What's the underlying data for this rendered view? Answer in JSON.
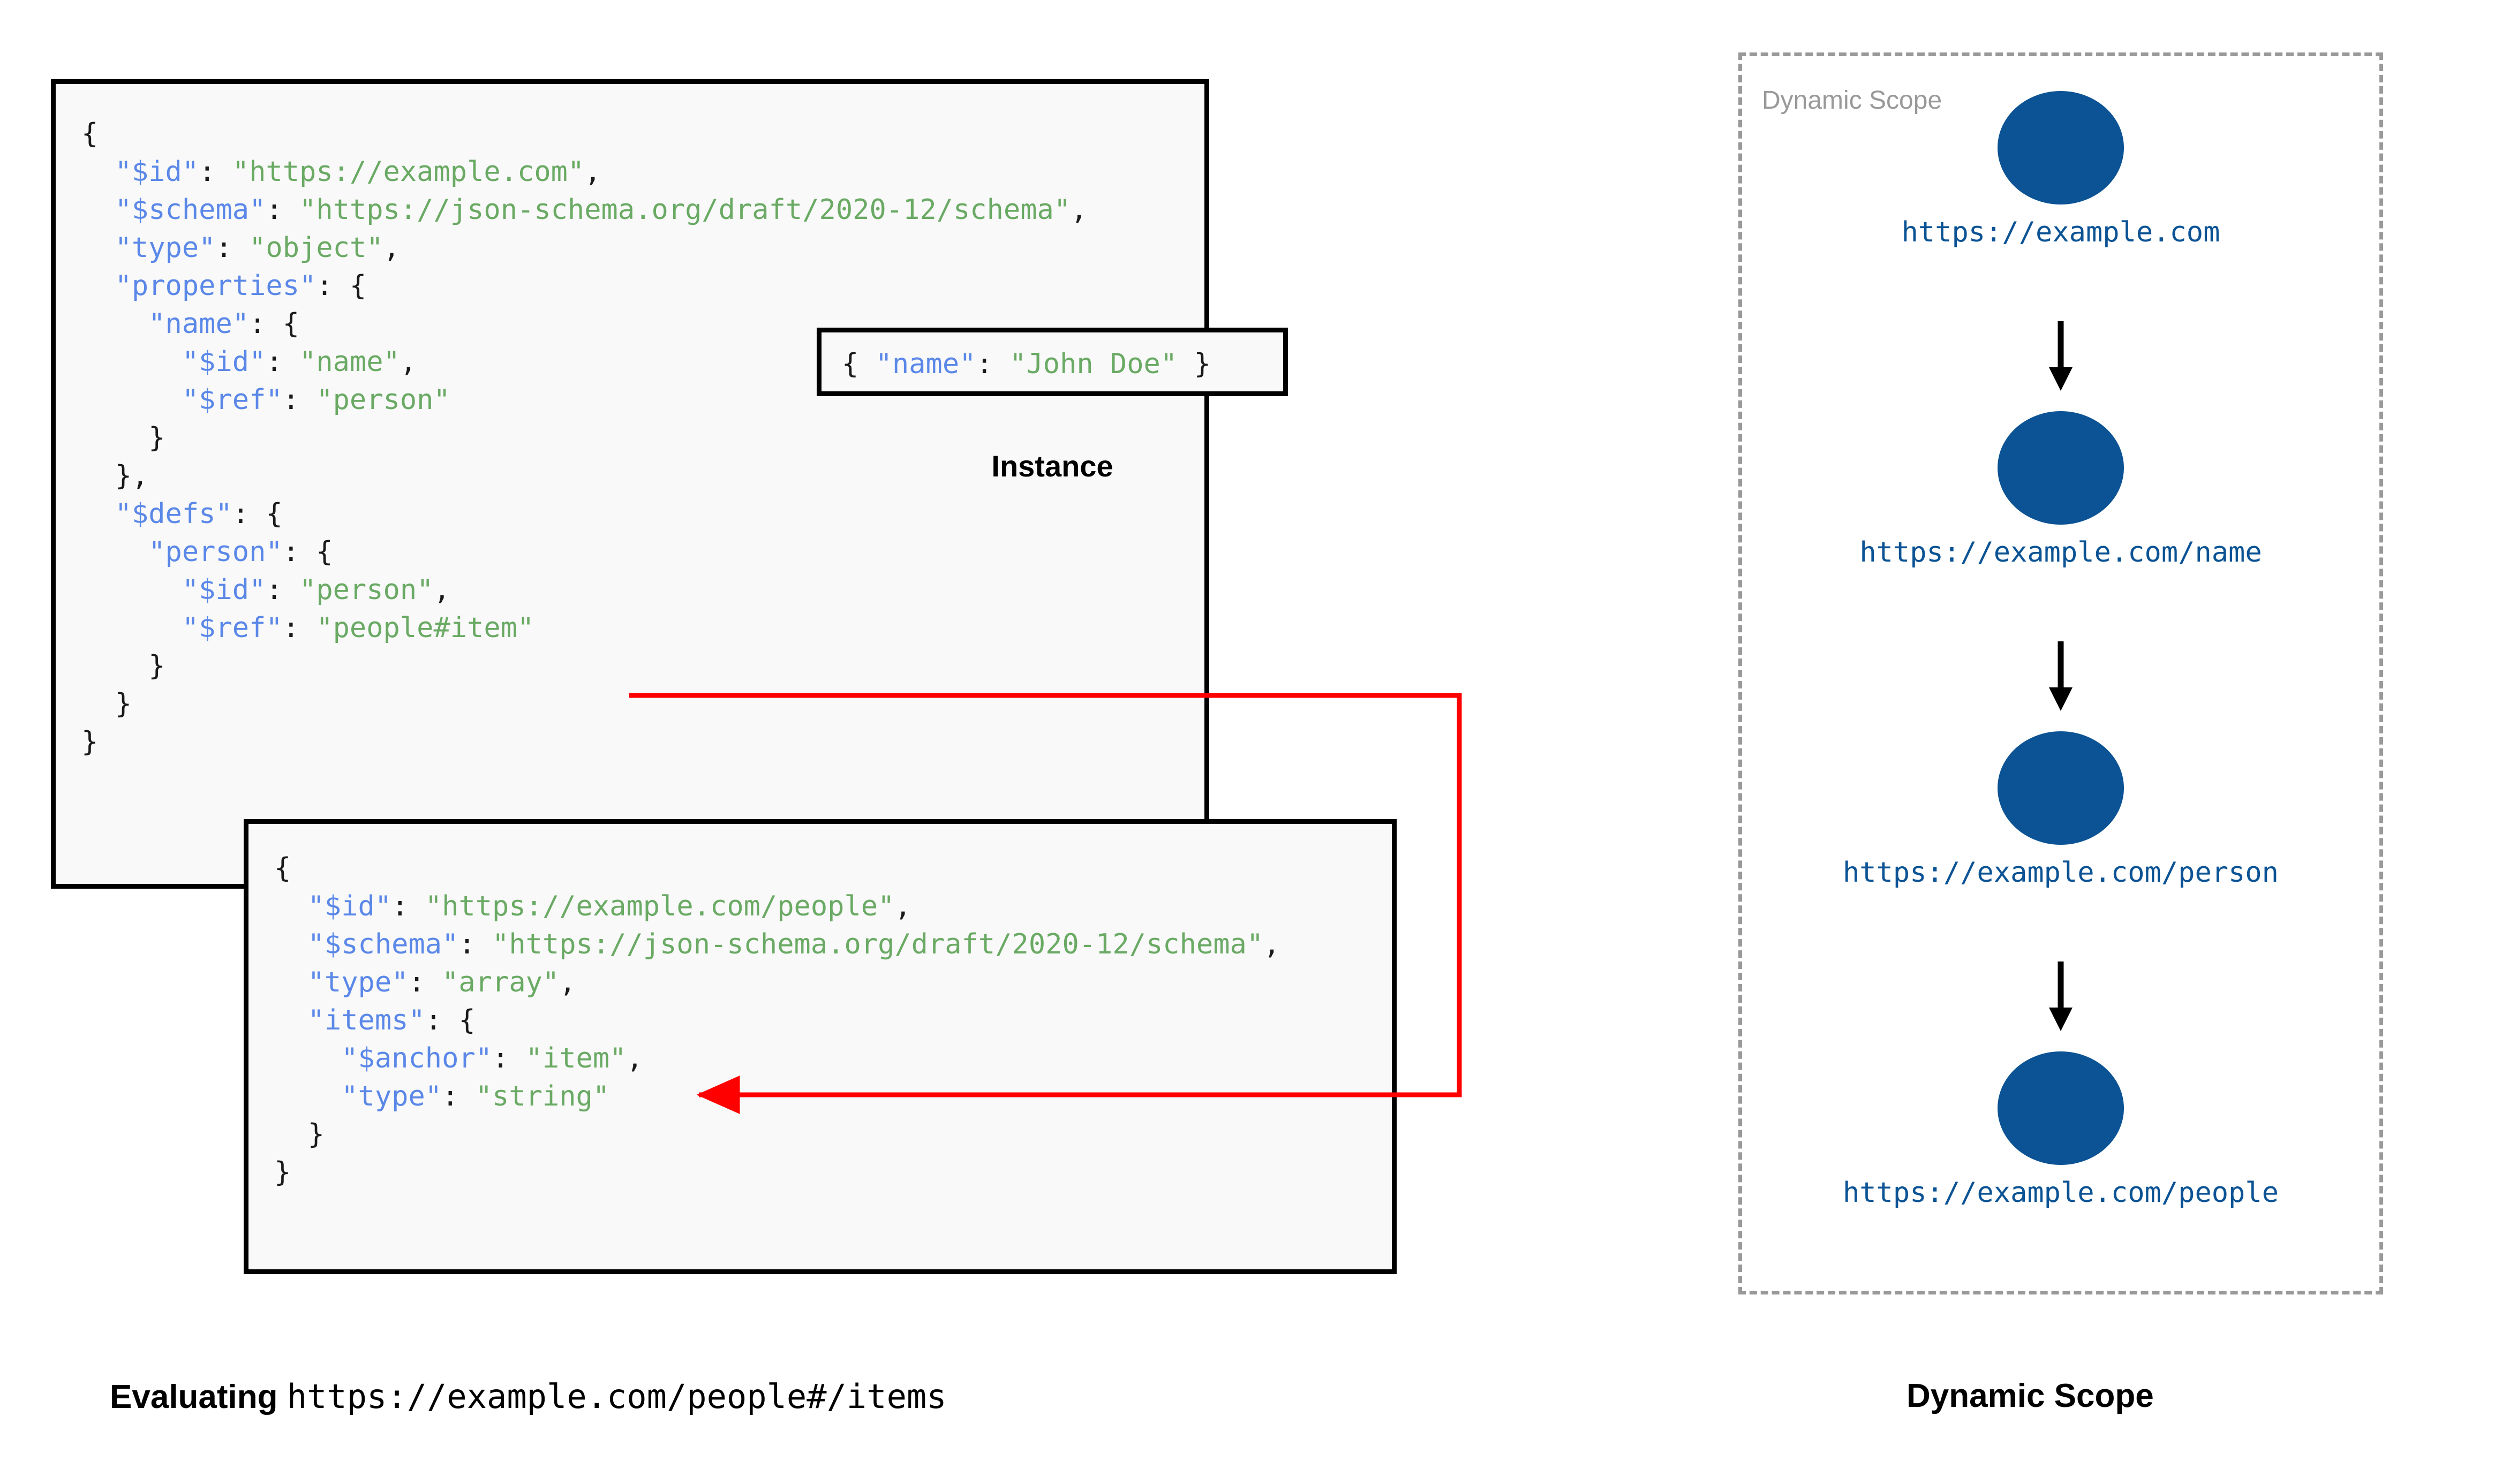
{
  "colors": {
    "json_key": "#5b88e8",
    "json_value": "#6aaa64",
    "node_blue": "#0b5394",
    "reference_arrow": "#ff0000",
    "scope_border": "#999999",
    "box_bg": "#f9f9f9",
    "box_border": "#000000"
  },
  "schema_main": {
    "title": "root-schema",
    "lines": [
      {
        "indent": 0,
        "segments": [
          {
            "t": "{",
            "c": "p"
          }
        ]
      },
      {
        "indent": 1,
        "segments": [
          {
            "t": "\"$id\"",
            "c": "k"
          },
          {
            "t": ": ",
            "c": "p"
          },
          {
            "t": "\"https://example.com\"",
            "c": "v"
          },
          {
            "t": ",",
            "c": "p"
          }
        ]
      },
      {
        "indent": 1,
        "segments": [
          {
            "t": "\"$schema\"",
            "c": "k"
          },
          {
            "t": ": ",
            "c": "p"
          },
          {
            "t": "\"https://json-schema.org/draft/2020-12/schema\"",
            "c": "v"
          },
          {
            "t": ",",
            "c": "p"
          }
        ]
      },
      {
        "indent": 1,
        "segments": [
          {
            "t": "\"type\"",
            "c": "k"
          },
          {
            "t": ": ",
            "c": "p"
          },
          {
            "t": "\"object\"",
            "c": "v"
          },
          {
            "t": ",",
            "c": "p"
          }
        ]
      },
      {
        "indent": 1,
        "segments": [
          {
            "t": "\"properties\"",
            "c": "k"
          },
          {
            "t": ": {",
            "c": "p"
          }
        ]
      },
      {
        "indent": 2,
        "segments": [
          {
            "t": "\"name\"",
            "c": "k"
          },
          {
            "t": ": {",
            "c": "p"
          }
        ]
      },
      {
        "indent": 3,
        "segments": [
          {
            "t": "\"$id\"",
            "c": "k"
          },
          {
            "t": ": ",
            "c": "p"
          },
          {
            "t": "\"name\"",
            "c": "v"
          },
          {
            "t": ",",
            "c": "p"
          }
        ]
      },
      {
        "indent": 3,
        "segments": [
          {
            "t": "\"$ref\"",
            "c": "k"
          },
          {
            "t": ": ",
            "c": "p"
          },
          {
            "t": "\"person\"",
            "c": "v"
          }
        ]
      },
      {
        "indent": 2,
        "segments": [
          {
            "t": "}",
            "c": "p"
          }
        ]
      },
      {
        "indent": 1,
        "segments": [
          {
            "t": "},",
            "c": "p"
          }
        ]
      },
      {
        "indent": 1,
        "segments": [
          {
            "t": "\"$defs\"",
            "c": "k"
          },
          {
            "t": ": {",
            "c": "p"
          }
        ]
      },
      {
        "indent": 2,
        "segments": [
          {
            "t": "\"person\"",
            "c": "k"
          },
          {
            "t": ": {",
            "c": "p"
          }
        ]
      },
      {
        "indent": 3,
        "segments": [
          {
            "t": "\"$id\"",
            "c": "k"
          },
          {
            "t": ": ",
            "c": "p"
          },
          {
            "t": "\"person\"",
            "c": "v"
          },
          {
            "t": ",",
            "c": "p"
          }
        ]
      },
      {
        "indent": 3,
        "segments": [
          {
            "t": "\"$ref\"",
            "c": "k"
          },
          {
            "t": ": ",
            "c": "p"
          },
          {
            "t": "\"people#item\"",
            "c": "v"
          }
        ]
      },
      {
        "indent": 2,
        "segments": [
          {
            "t": "}",
            "c": "p"
          }
        ]
      },
      {
        "indent": 1,
        "segments": [
          {
            "t": "}",
            "c": "p"
          }
        ]
      },
      {
        "indent": 0,
        "segments": [
          {
            "t": "}",
            "c": "p"
          }
        ]
      }
    ]
  },
  "instance": {
    "label": "Instance",
    "lines": [
      {
        "indent": 0,
        "segments": [
          {
            "t": "{ ",
            "c": "p"
          },
          {
            "t": "\"name\"",
            "c": "k"
          },
          {
            "t": ": ",
            "c": "p"
          },
          {
            "t": "\"John Doe\"",
            "c": "v"
          },
          {
            "t": " }",
            "c": "p"
          }
        ]
      }
    ]
  },
  "schema_people": {
    "title": "people-schema",
    "lines": [
      {
        "indent": 0,
        "segments": [
          {
            "t": "{",
            "c": "p"
          }
        ]
      },
      {
        "indent": 1,
        "segments": [
          {
            "t": "\"$id\"",
            "c": "k"
          },
          {
            "t": ": ",
            "c": "p"
          },
          {
            "t": "\"https://example.com/people\"",
            "c": "v"
          },
          {
            "t": ",",
            "c": "p"
          }
        ]
      },
      {
        "indent": 1,
        "segments": [
          {
            "t": "\"$schema\"",
            "c": "k"
          },
          {
            "t": ": ",
            "c": "p"
          },
          {
            "t": "\"https://json-schema.org/draft/2020-12/schema\"",
            "c": "v"
          },
          {
            "t": ",",
            "c": "p"
          }
        ]
      },
      {
        "indent": 1,
        "segments": [
          {
            "t": "\"type\"",
            "c": "k"
          },
          {
            "t": ": ",
            "c": "p"
          },
          {
            "t": "\"array\"",
            "c": "v"
          },
          {
            "t": ",",
            "c": "p"
          }
        ]
      },
      {
        "indent": 1,
        "segments": [
          {
            "t": "\"items\"",
            "c": "k"
          },
          {
            "t": ": {",
            "c": "p"
          }
        ]
      },
      {
        "indent": 2,
        "segments": [
          {
            "t": "\"$anchor\"",
            "c": "k"
          },
          {
            "t": ": ",
            "c": "p"
          },
          {
            "t": "\"item\"",
            "c": "v"
          },
          {
            "t": ",",
            "c": "p"
          }
        ]
      },
      {
        "indent": 2,
        "segments": [
          {
            "t": "\"type\"",
            "c": "k"
          },
          {
            "t": ": ",
            "c": "p"
          },
          {
            "t": "\"string\"",
            "c": "v"
          }
        ]
      },
      {
        "indent": 1,
        "segments": [
          {
            "t": "}",
            "c": "p"
          }
        ]
      },
      {
        "indent": 0,
        "segments": [
          {
            "t": "}",
            "c": "p"
          }
        ]
      }
    ]
  },
  "dynamic_scope": {
    "title": "Dynamic Scope",
    "caption": "Dynamic Scope",
    "nodes": [
      {
        "url": "https://example.com"
      },
      {
        "url": "https://example.com/name"
      },
      {
        "url": "https://example.com/person"
      },
      {
        "url": "https://example.com/people"
      }
    ]
  },
  "captions": {
    "left_bold": "Evaluating",
    "left_mono": "https://example.com/people#/items"
  }
}
